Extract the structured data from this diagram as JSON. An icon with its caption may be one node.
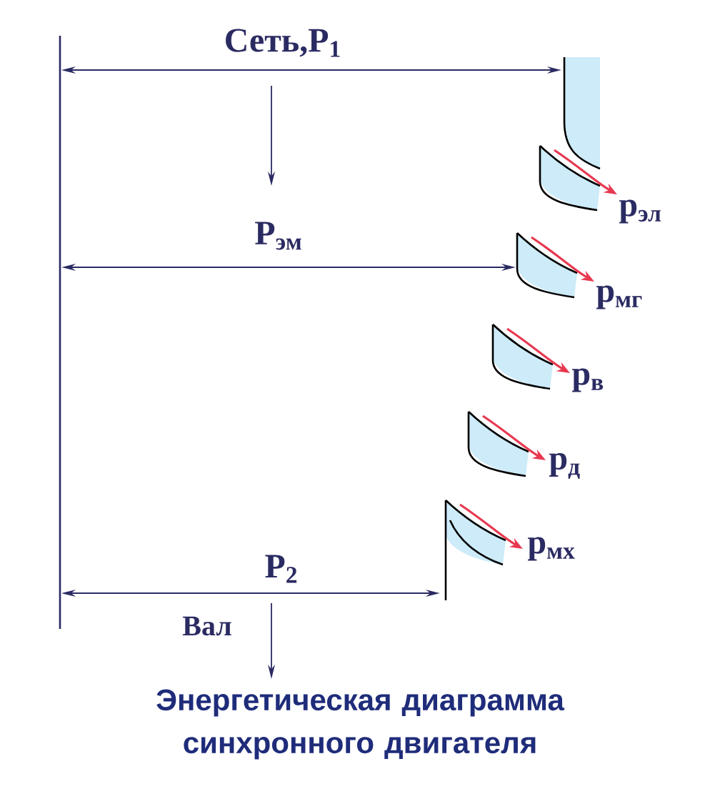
{
  "diagram": {
    "caption": "Энергетическая диаграмма синхронного двигателя",
    "labels": [
      "Сеть,P$_{1}$",
      "P$_{эм}$",
      "p$_{эл}$",
      "p$_{мг}$",
      "p$_{в}$",
      "p$_{д}$",
      "p$_{мх}$",
      "P$_{2}$",
      "Вал"
    ]
  }
}
